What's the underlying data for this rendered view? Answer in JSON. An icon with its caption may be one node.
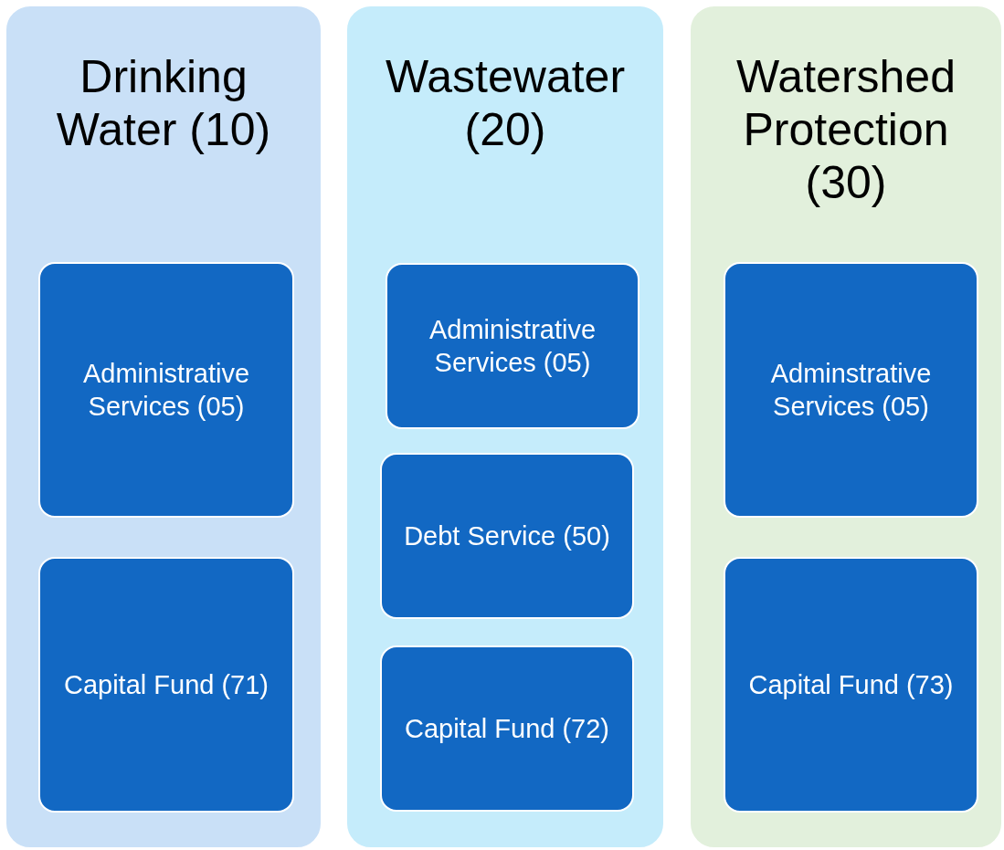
{
  "diagram": {
    "nodes": [
      {
        "text": [
          "Drinking Water (10)"
        ]
      },
      {
        "text": [
          "Administrative Services (05)"
        ],
        "in": 0
      },
      {
        "text": [
          "Capital Fund (71)"
        ],
        "in": 0
      },
      {
        "text": [
          "Wastewater (20)"
        ]
      },
      {
        "text": [
          "Administrative Services (05)"
        ],
        "in": 3
      },
      {
        "text": [
          "Debt Service (50)"
        ],
        "in": 3
      },
      {
        "text": [
          "Capital Fund (72)"
        ],
        "in": 3
      },
      {
        "text": [
          "Watershed Protection (30)"
        ]
      },
      {
        "text": [
          "Adminstrative Services (05)"
        ],
        "in": 7
      },
      {
        "text": [
          "Capital Fund (73)"
        ],
        "in": 7
      }
    ],
    "edges": []
  }
}
